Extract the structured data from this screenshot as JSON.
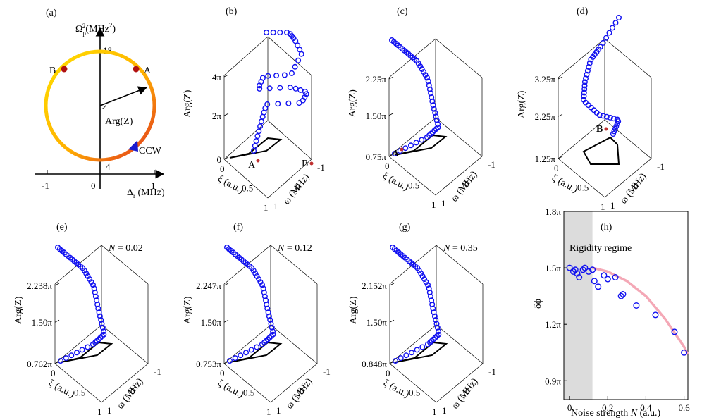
{
  "panels": {
    "a": {
      "label": "(a)",
      "y_axis_label": "Ω",
      "y_axis_sub": "p",
      "y_axis_sup": "2",
      "y_axis_unit": "(MHz",
      "y_axis_unit_sup": "2",
      "y_axis_close": ")",
      "x_axis_label": "Δ",
      "x_axis_sub": "r",
      "x_axis_unit": " (MHz)",
      "tick_18": "18",
      "tick_4": "4",
      "tick_neg1": "-1",
      "tick_0": "0",
      "tick_1": "1",
      "point_a": "A",
      "point_b": "B",
      "arg_label": "Arg(Z)",
      "ccw_label": "CCW",
      "colors": {
        "circle_start": "#ffe000",
        "circle_end": "#e03020",
        "points": "#b01010",
        "arrow": "#1a1ad0"
      }
    },
    "b": {
      "label": "(b)",
      "z_ticks": [
        "0",
        "2π",
        "4π"
      ],
      "marker_a": "A",
      "marker_b": "B"
    },
    "c": {
      "label": "(c)",
      "z_ticks": [
        "0.75π",
        "1.50π",
        "2.25π"
      ],
      "marker_a": "A"
    },
    "d": {
      "label": "(d)",
      "z_ticks": [
        "1.25π",
        "2.25π",
        "3.25π"
      ],
      "marker_b": "B"
    },
    "e": {
      "label": "(e)",
      "z_ticks": [
        "0.762π",
        "1.50π",
        "2.238π"
      ],
      "noise_label": "N",
      "noise_value": " = 0.02"
    },
    "f": {
      "label": "(f)",
      "z_ticks": [
        "0.753π",
        "1.50π",
        "2.247π"
      ],
      "noise_label": "N",
      "noise_value": " = 0.12"
    },
    "g": {
      "label": "(g)",
      "z_ticks": [
        "0.848π",
        "1.50π",
        "2.152π"
      ],
      "noise_label": "N",
      "noise_value": " = 0.35"
    },
    "h": {
      "label": "(h)",
      "regime_label": "Rigidity regime"
    }
  },
  "common_3d": {
    "z_axis_label": "Arg(Z)",
    "xi_label": "ξ (a.u.)",
    "omega_label": "ω (MHz)",
    "xi_ticks": [
      "0",
      "0.5",
      "1"
    ],
    "omega_ticks": [
      "0",
      "-1",
      "1"
    ],
    "marker_color": "#1010f0",
    "point_color": "#c03030"
  },
  "chart_data": {
    "type": "scatter",
    "panel": "h",
    "xlabel_prefix": "Noise strength ",
    "xlabel_var": "N",
    "xlabel_unit": " (a.u.)",
    "ylabel": "δϕ",
    "x_ticks": [
      "0",
      "0.2",
      "0.4",
      "0.6"
    ],
    "y_ticks": [
      "0.9π",
      "1.2π",
      "1.5π",
      "1.8π"
    ],
    "xlim": [
      -0.03,
      0.62
    ],
    "ylim": [
      0.8,
      1.8
    ],
    "shaded_region_x": [
      -0.03,
      0.12
    ],
    "series": [
      {
        "kind": "points",
        "x": [
          0.0,
          0.02,
          0.03,
          0.04,
          0.05,
          0.07,
          0.08,
          0.1,
          0.12,
          0.13,
          0.15,
          0.18,
          0.2,
          0.24,
          0.27,
          0.28,
          0.35,
          0.45,
          0.55,
          0.6
        ],
        "y": [
          1.5,
          1.48,
          1.49,
          1.47,
          1.45,
          1.49,
          1.5,
          1.48,
          1.49,
          1.43,
          1.4,
          1.46,
          1.44,
          1.45,
          1.35,
          1.36,
          1.3,
          1.25,
          1.16,
          1.05
        ]
      },
      {
        "kind": "fit",
        "x": [
          0.12,
          0.2,
          0.3,
          0.4,
          0.5,
          0.6,
          0.62
        ],
        "y": [
          1.5,
          1.48,
          1.43,
          1.35,
          1.23,
          1.08,
          1.04
        ]
      }
    ]
  }
}
